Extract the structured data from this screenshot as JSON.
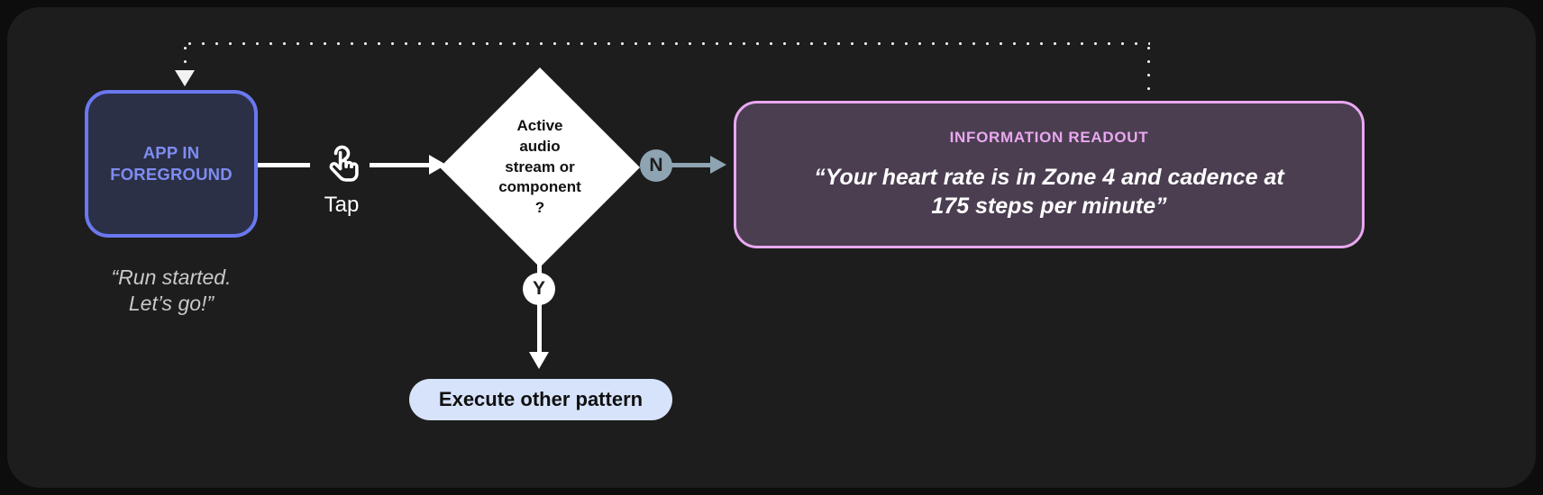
{
  "diagram": {
    "background_color": "#1d1d1d",
    "app_node": {
      "label_line1": "APP IN",
      "label_line2": "FOREGROUND",
      "text_color": "#7f8cf0",
      "fill_color": "#2b3047",
      "border_color": "#6a78ef"
    },
    "app_caption": {
      "line1": "“Run started.",
      "line2": "Let’s go!”",
      "color": "#c9c9c9"
    },
    "gesture": {
      "icon": "tap-icon",
      "label": "Tap"
    },
    "decision": {
      "line1": "Active",
      "line2": "audio",
      "line3": "stream or",
      "line4": "component",
      "line5": "?",
      "fill_color": "#ffffff",
      "text_color": "#111111"
    },
    "branches": {
      "no": {
        "badge": "N",
        "badge_color": "#8ea4b2",
        "badge_text_color": "#1d1d1d"
      },
      "yes": {
        "badge": "Y",
        "badge_color": "#ffffff",
        "badge_text_color": "#1d1d1d"
      }
    },
    "readout": {
      "title": "INFORMATION READOUT",
      "body_line1": "“Your heart rate is in Zone 4 and cadence at",
      "body_line2": "175 steps per minute”",
      "title_color": "#eaa8f0",
      "fill_color": "#4b3e51",
      "border_color": "#eaa8f0",
      "body_color": "#ffffff"
    },
    "other_pattern": {
      "label": "Execute other pattern",
      "fill_color": "#d7e3fb",
      "text_color": "#101010"
    },
    "feedback_path": {
      "style": "dotted",
      "color": "#f2f2f2"
    }
  }
}
